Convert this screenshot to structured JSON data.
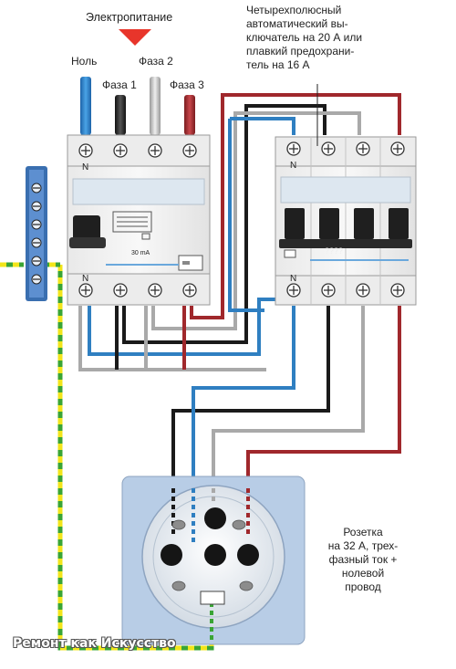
{
  "labels": {
    "power_supply": "Электропитание",
    "neutral": "Ноль",
    "phase1": "Фаза 1",
    "phase2": "Фаза 2",
    "phase3": "Фаза 3",
    "breaker_note": [
      "Четырехполюсный",
      "автоматический вы-",
      "ключатель на 20 А или",
      "плавкий предохрани-",
      "тель на 16 А"
    ],
    "socket_note": [
      "Розетка",
      "на 32 А, трех-",
      "фазный ток +",
      "нолевой",
      "провод"
    ],
    "rcd_rating": "30 mA",
    "rcd_terminal_n_top": "N",
    "rcd_terminal_n_bottom": "N",
    "breaker_terminal_n_top": "N",
    "breaker_terminal_n_bottom": "N",
    "breaker_marking": "????"
  },
  "watermark": "Ремонт как Искусство",
  "colors": {
    "neutral": "#2f7fc1",
    "phase1": "#1a1a1a",
    "phase2": "#a9a9a9",
    "phase3": "#a0282c",
    "ground_green": "#3aa535",
    "ground_yellow": "#f2e51a",
    "arrow": "#e8352b",
    "device_body": "#f2f2f2",
    "socket_plate": "#b8cde6"
  }
}
